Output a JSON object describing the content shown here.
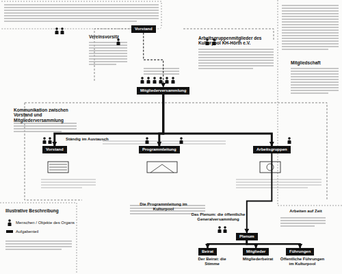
{
  "diagram": {
    "nodes": [
      {
        "text": [
          "Vorstand"
        ]
      },
      {
        "text": [
          "Mitgliederversammlung"
        ]
      },
      {
        "text": [
          "Vorstand",
          "Ständig im Austausch"
        ]
      },
      {
        "text": [
          "Programmleitung",
          "Die Programmleitung im Kulturpool"
        ]
      },
      {
        "text": [
          "Arbeitsgruppen",
          "Arbeiten auf Zeit"
        ]
      },
      {
        "text": [
          "Plenum",
          "Das Plenum: die öffentliche Generalversammlung"
        ]
      },
      {
        "text": [
          "Beirat",
          "Der Beirat: die Stimme"
        ]
      },
      {
        "text": [
          "Mitglieder",
          "Mitgliederbeirat"
        ]
      },
      {
        "text": [
          "Führungen",
          "Öffentliche Führungen im Kulturpool"
        ]
      }
    ],
    "edges": [
      {
        "from": 0,
        "to": 1,
        "arrow": "to"
      },
      {
        "from": 1,
        "to": 2,
        "arrow": "to"
      },
      {
        "from": 1,
        "to": 3,
        "arrow": "to"
      },
      {
        "from": 1,
        "to": 4,
        "arrow": "to"
      },
      {
        "from": 4,
        "to": 5,
        "arrow": "to"
      },
      {
        "from": 5,
        "to": 6,
        "arrow": "to"
      },
      {
        "from": 5,
        "to": 7,
        "arrow": "to"
      },
      {
        "from": 5,
        "to": 8,
        "arrow": "to"
      }
    ],
    "labels": [
      "Vereinsvorsitz",
      "Arbeitsgruppenmitglieder des Kulturpool KH-Hörth e.V.",
      "Kommunikation zwischen Vorstand und Mitgliederversammlung",
      "Mitgliedschaft",
      "Illustrative Beschreibung"
    ],
    "legend": [
      {
        "text": "Menschen / Objekte des Organs"
      },
      {
        "text": "Aufgabenteil"
      }
    ]
  }
}
